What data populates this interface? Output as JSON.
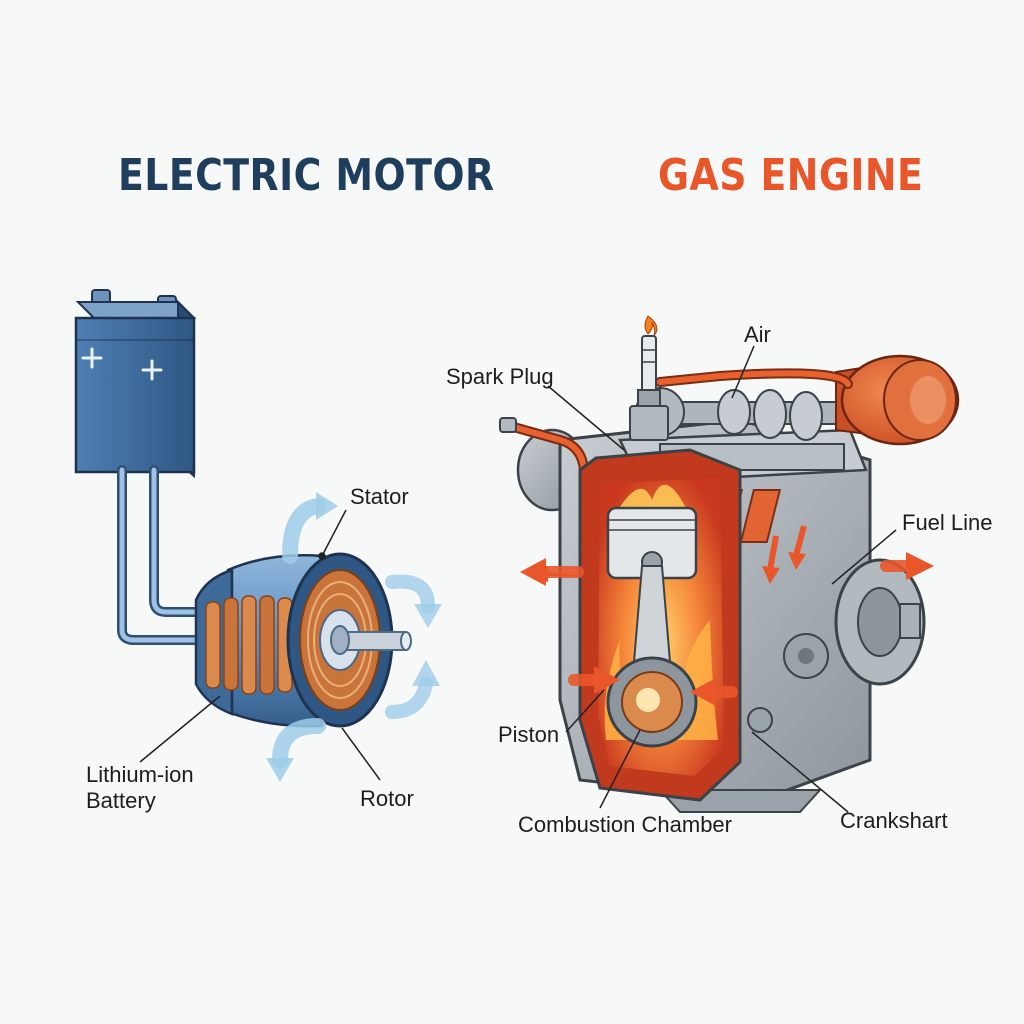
{
  "titles": {
    "electric": "ELECTRIC MOTOR",
    "gas": "GAS ENGINE"
  },
  "electric_labels": {
    "stator": "Stator",
    "battery_line1": "Lithium-ion",
    "battery_line2": "Battery",
    "rotor": "Rotor"
  },
  "gas_labels": {
    "air": "Air",
    "spark_plug": "Spark Plug",
    "fuel_line": "Fuel Line",
    "piston": "Piston",
    "combustion_chamber": "Combustion Chamber",
    "crankshaft": "Crankshart"
  },
  "colors": {
    "electric_title": "#1f3d5c",
    "gas_title": "#e8562a",
    "battery": "#3f6b9c",
    "copper": "#c8743a",
    "engine_metal": "#a9b0b6",
    "flame": "#e8562a",
    "airflow": "#8cc4e8"
  },
  "icons": {
    "battery_terminals": "plus-plus",
    "airflow_arrows": "curved-arrow",
    "exhaust_arrows": "straight-arrow"
  }
}
